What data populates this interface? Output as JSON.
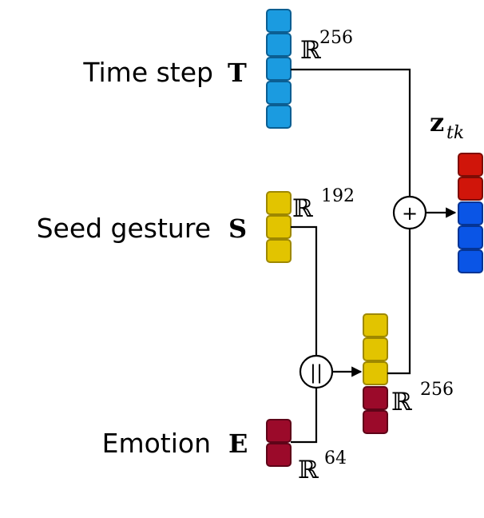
{
  "inputs": {
    "time_step": {
      "label": "Time step",
      "symbol": "T",
      "space": "ℝ",
      "dim": "256",
      "color": "#1b9be0"
    },
    "seed_gesture": {
      "label": "Seed gesture",
      "symbol": "S",
      "space": "ℝ",
      "dim": "192",
      "color": "#e2c400"
    },
    "emotion": {
      "label": "Emotion",
      "symbol": "E",
      "space": "ℝ",
      "dim": "64",
      "color": "#9b0a2a"
    }
  },
  "concat": {
    "operator": "||",
    "space": "ℝ",
    "dim": "256"
  },
  "add": {
    "operator": "+"
  },
  "output": {
    "symbol": "z",
    "subscript": "tk",
    "top_color": "#d0150a",
    "bottom_color": "#0a55e6"
  }
}
